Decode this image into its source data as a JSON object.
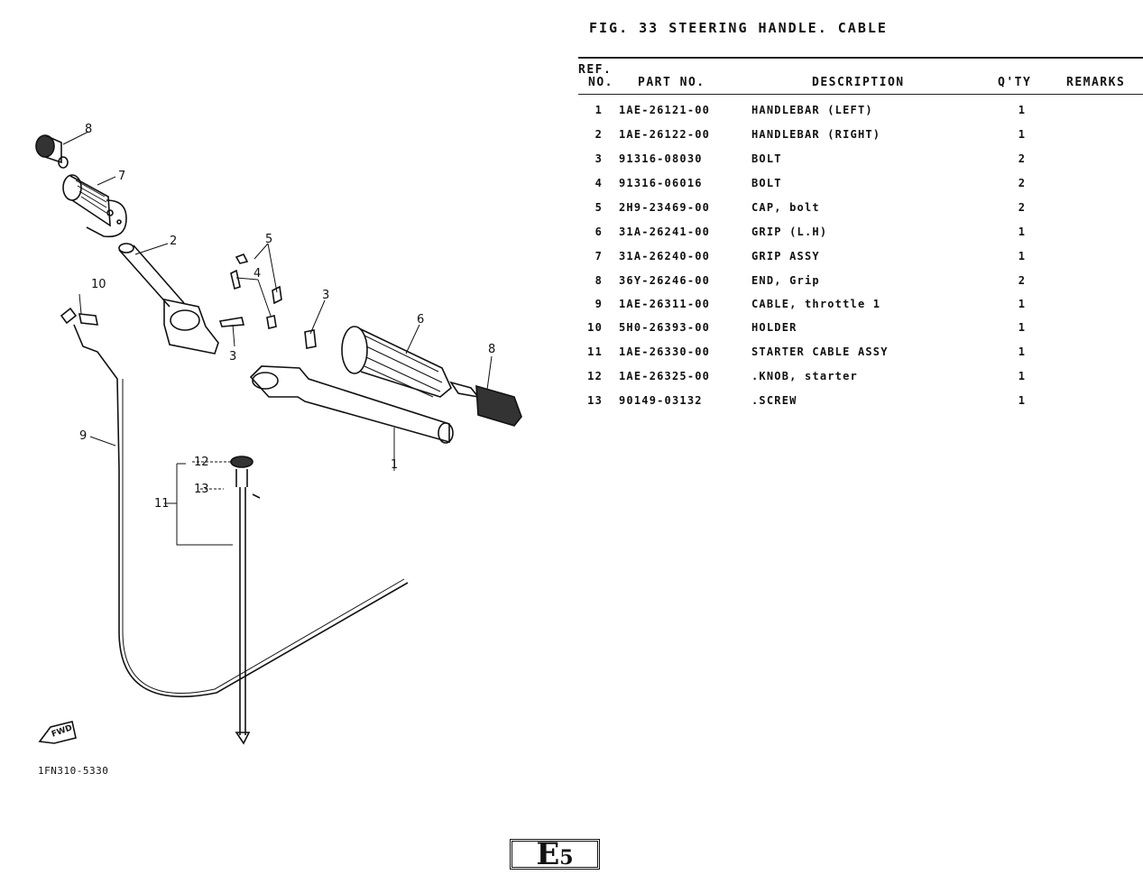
{
  "figure": {
    "title": "FIG. 33  STEERING HANDLE. CABLE",
    "drawing_code": "1FN310-5330",
    "page_label_main": "E",
    "page_label_sub": "5"
  },
  "table": {
    "headers": {
      "ref_line1": "REF.",
      "ref_line2": "NO.",
      "part_no": "PART NO.",
      "description": "DESCRIPTION",
      "qty": "Q'TY",
      "remarks": "REMARKS"
    },
    "rows": [
      {
        "ref": "1",
        "part_no": "1AE-26121-00",
        "description": "HANDLEBAR (LEFT)",
        "qty": "1",
        "remarks": ""
      },
      {
        "ref": "2",
        "part_no": "1AE-26122-00",
        "description": "HANDLEBAR (RIGHT)",
        "qty": "1",
        "remarks": ""
      },
      {
        "ref": "3",
        "part_no": "91316-08030",
        "description": "BOLT",
        "qty": "2",
        "remarks": ""
      },
      {
        "ref": "4",
        "part_no": "91316-06016",
        "description": "BOLT",
        "qty": "2",
        "remarks": ""
      },
      {
        "ref": "5",
        "part_no": "2H9-23469-00",
        "description": "CAP, bolt",
        "qty": "2",
        "remarks": ""
      },
      {
        "ref": "6",
        "part_no": "31A-26241-00",
        "description": "GRIP (L.H)",
        "qty": "1",
        "remarks": ""
      },
      {
        "ref": "7",
        "part_no": "31A-26240-00",
        "description": "GRIP ASSY",
        "qty": "1",
        "remarks": ""
      },
      {
        "ref": "8",
        "part_no": "36Y-26246-00",
        "description": "END, Grip",
        "qty": "2",
        "remarks": ""
      },
      {
        "ref": "9",
        "part_no": "1AE-26311-00",
        "description": "CABLE, throttle 1",
        "qty": "1",
        "remarks": ""
      },
      {
        "ref": "10",
        "part_no": "5H0-26393-00",
        "description": "HOLDER",
        "qty": "1",
        "remarks": ""
      },
      {
        "ref": "11",
        "part_no": "1AE-26330-00",
        "description": "STARTER CABLE ASSY",
        "qty": "1",
        "remarks": ""
      },
      {
        "ref": "12",
        "part_no": "1AE-26325-00",
        "description": ".KNOB, starter",
        "qty": "1",
        "remarks": ""
      },
      {
        "ref": "13",
        "part_no": "90149-03132",
        "description": ".SCREW",
        "qty": "1",
        "remarks": ""
      }
    ]
  },
  "diagram": {
    "callouts": [
      "8",
      "7",
      "2",
      "5",
      "4",
      "3",
      "10",
      "3",
      "6",
      "8",
      "1",
      "9",
      "12",
      "13",
      "11"
    ],
    "fwd_label": "FWD"
  }
}
